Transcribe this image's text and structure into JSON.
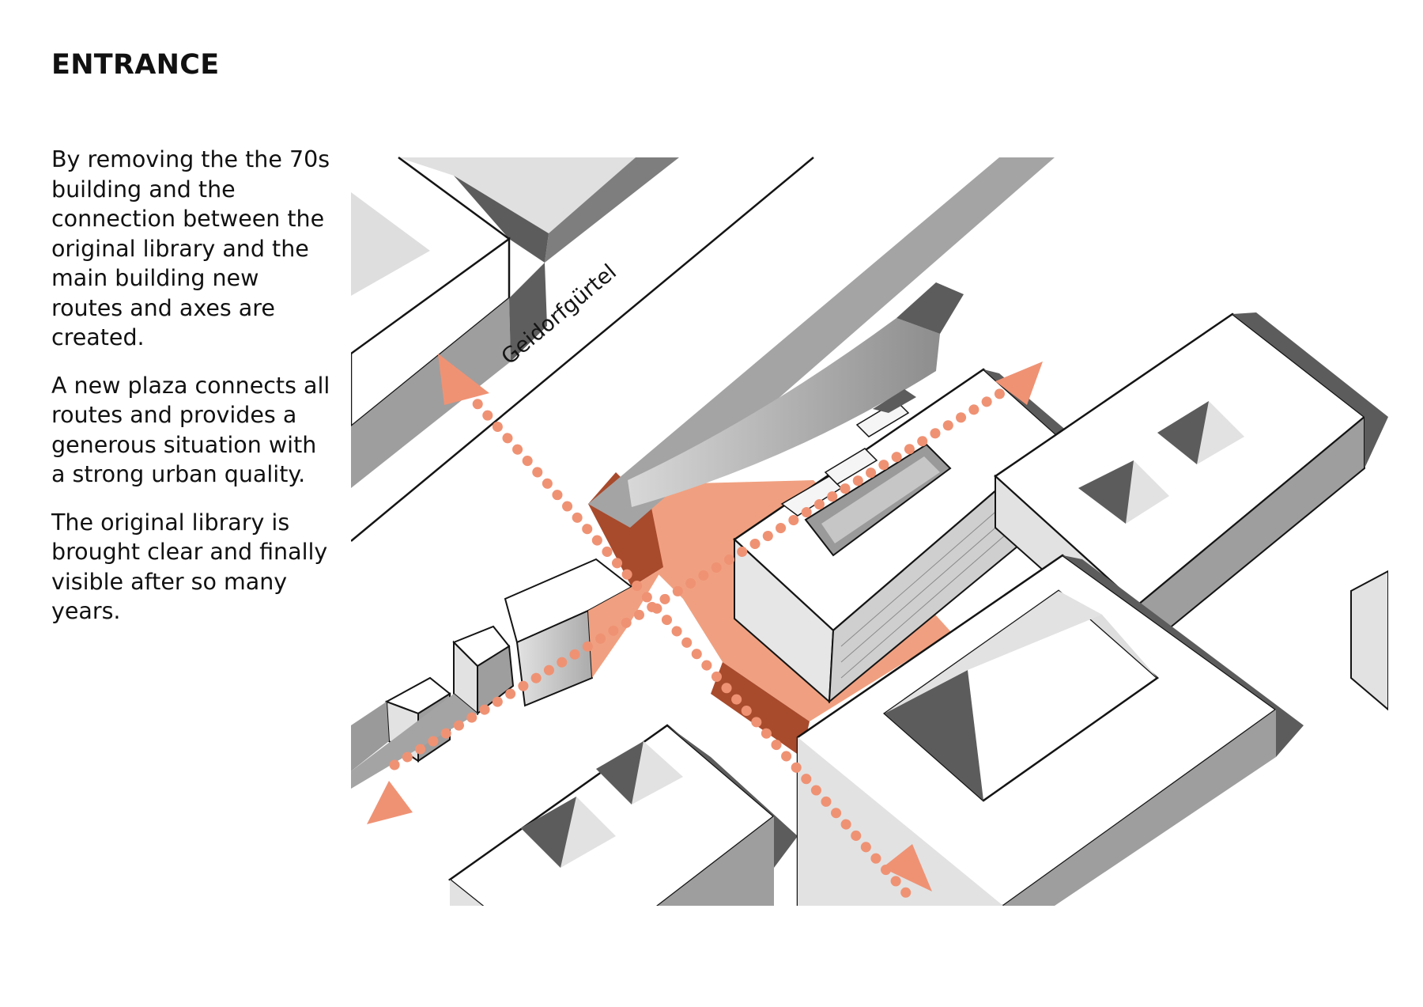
{
  "heading": "ENTRANCE",
  "paragraphs": [
    "By removing the the 70s building and the connection between the original library and the main building new routes and axes are created.",
    "A new plaza connects all routes and provides a generous situation with a strong urban quality.",
    "The original library is brought clear and finally visible after so many years."
  ],
  "map": {
    "street_label": "Geidorfgürtel"
  },
  "colors": {
    "plaza": "#f0a080",
    "plaza_shadow": "#a84a2c",
    "route": "#ef9274",
    "roof": "#ffffff",
    "wall_light": "#e2e2e2",
    "wall_mid": "#a4a4a4",
    "wall_dark": "#5c5c5c",
    "outline": "#141414"
  }
}
